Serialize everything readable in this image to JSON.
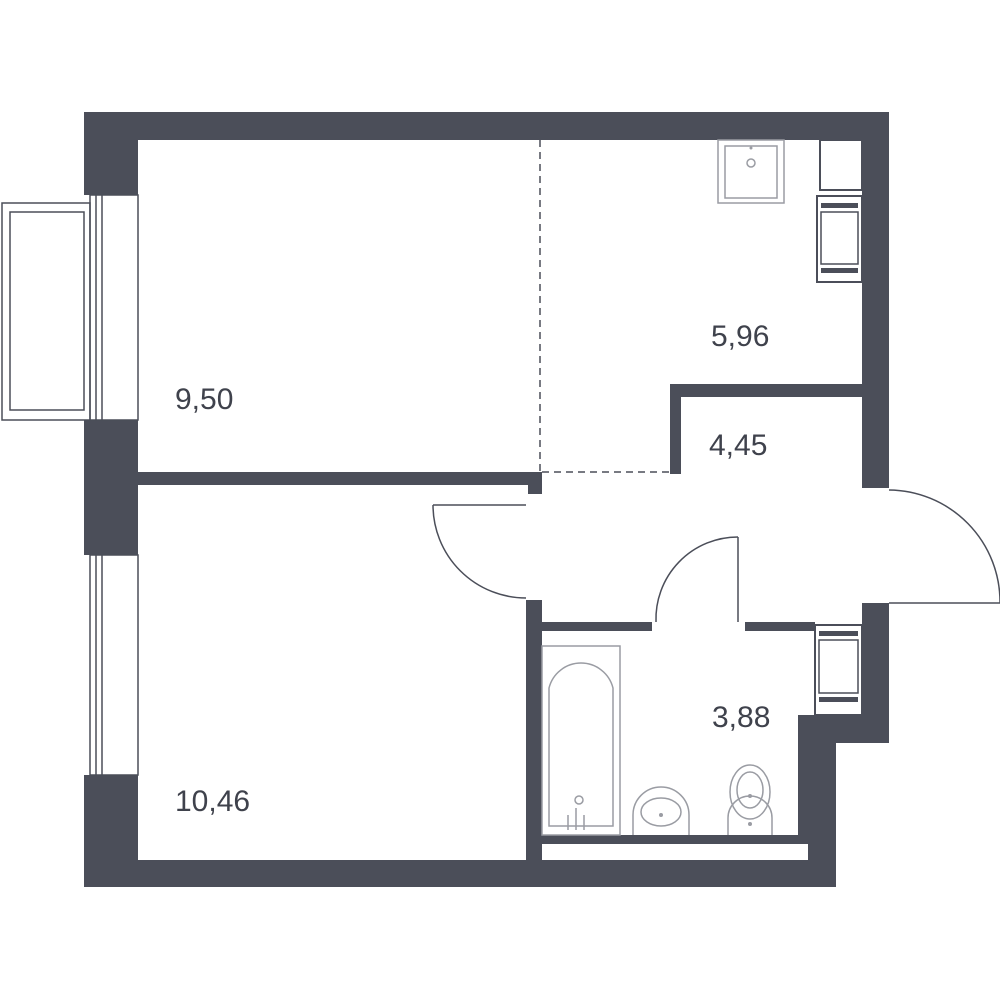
{
  "plan": {
    "rooms": [
      {
        "id": "room-living",
        "area": "9,50"
      },
      {
        "id": "room-kitchen",
        "area": "5,96"
      },
      {
        "id": "room-hall",
        "area": "4,45"
      },
      {
        "id": "room-bathroom",
        "area": "3,88"
      },
      {
        "id": "room-bedroom",
        "area": "10,46"
      }
    ],
    "colors": {
      "wall": "#4b4e59",
      "background": "#ffffff",
      "fixture": "#9a9ca3"
    },
    "icons": [
      "window-icon",
      "door-swing-icon",
      "sink-icon",
      "radiator-icon",
      "bathtub-icon",
      "washbasin-icon",
      "toilet-icon",
      "balcony-icon"
    ]
  }
}
